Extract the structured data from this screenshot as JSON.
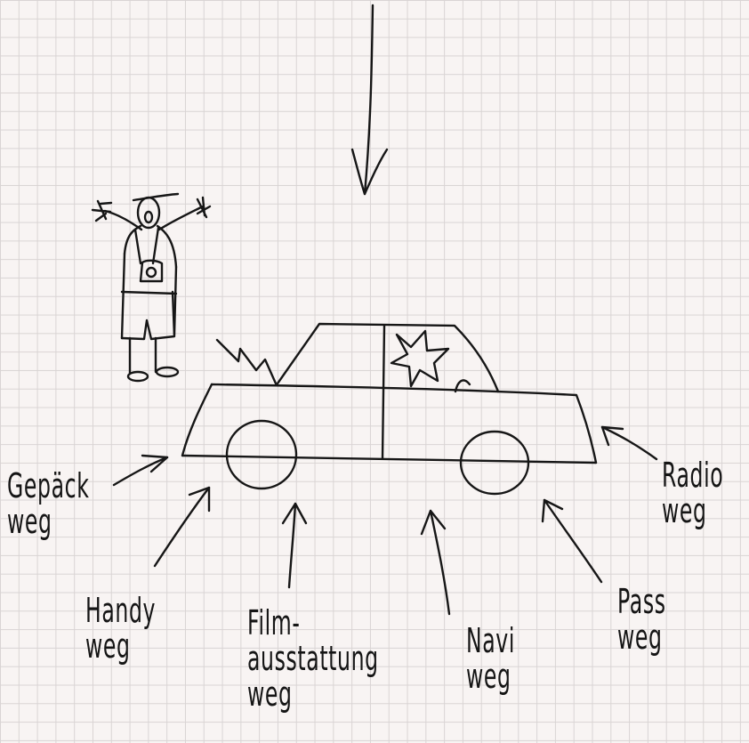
{
  "labels": {
    "luggage": {
      "line1": "Gepäck",
      "line2": "weg"
    },
    "phone": {
      "line1": "Handy",
      "line2": "weg"
    },
    "camera_gear": {
      "line1": "Film-",
      "line2": "ausstattung",
      "line3": "weg"
    },
    "navi": {
      "line1": "Navi",
      "line2": "weg"
    },
    "passport": {
      "line1": "Pass",
      "line2": "weg"
    },
    "radio": {
      "line1": "Radio",
      "line2": "weg"
    }
  }
}
